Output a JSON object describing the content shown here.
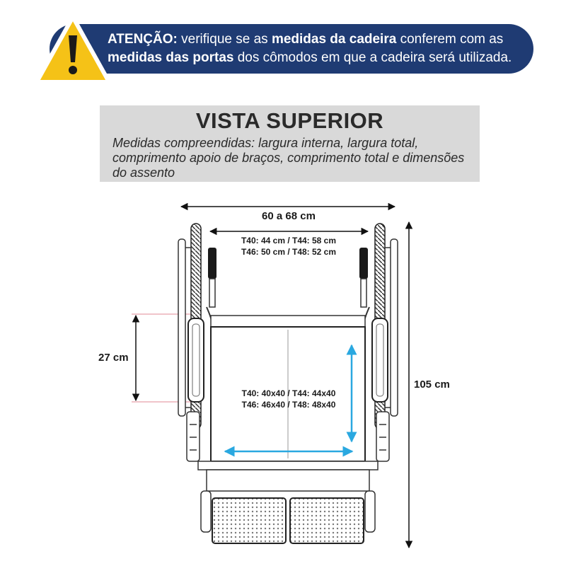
{
  "banner": {
    "prefix_bold": "ATENÇÃO:",
    "text_1": " verifique se as ",
    "bold_1": "medidas da cadeira",
    "text_2": " conferem com as ",
    "bold_2": "medidas das portas",
    "text_3": " dos cômodos em que a cadeira será utilizada.",
    "icon": "warning-triangle-icon",
    "colors": {
      "banner": "#1f3b73",
      "warning": "#f5c217"
    }
  },
  "panel": {
    "title": "VISTA SUPERIOR",
    "subtitle": "Medidas compreendidas: largura interna, largura total, comprimento apoio de braços, comprimento total e dimensões do assento"
  },
  "dimensions": {
    "total_width": "60 a 68 cm",
    "inner_width_line1": "T40: 44 cm / T44: 58 cm",
    "inner_width_line2": "T46: 50 cm / T48: 52 cm",
    "armrest_length": "27 cm",
    "total_length": "105 cm",
    "seat_line1": "T40: 40x40 / T44: 44x40",
    "seat_line2": "T46: 46x40 / T48: 48x40",
    "colors": {
      "seat_arrows": "#2aa8e0",
      "guide_lines": "#e28a96"
    }
  }
}
